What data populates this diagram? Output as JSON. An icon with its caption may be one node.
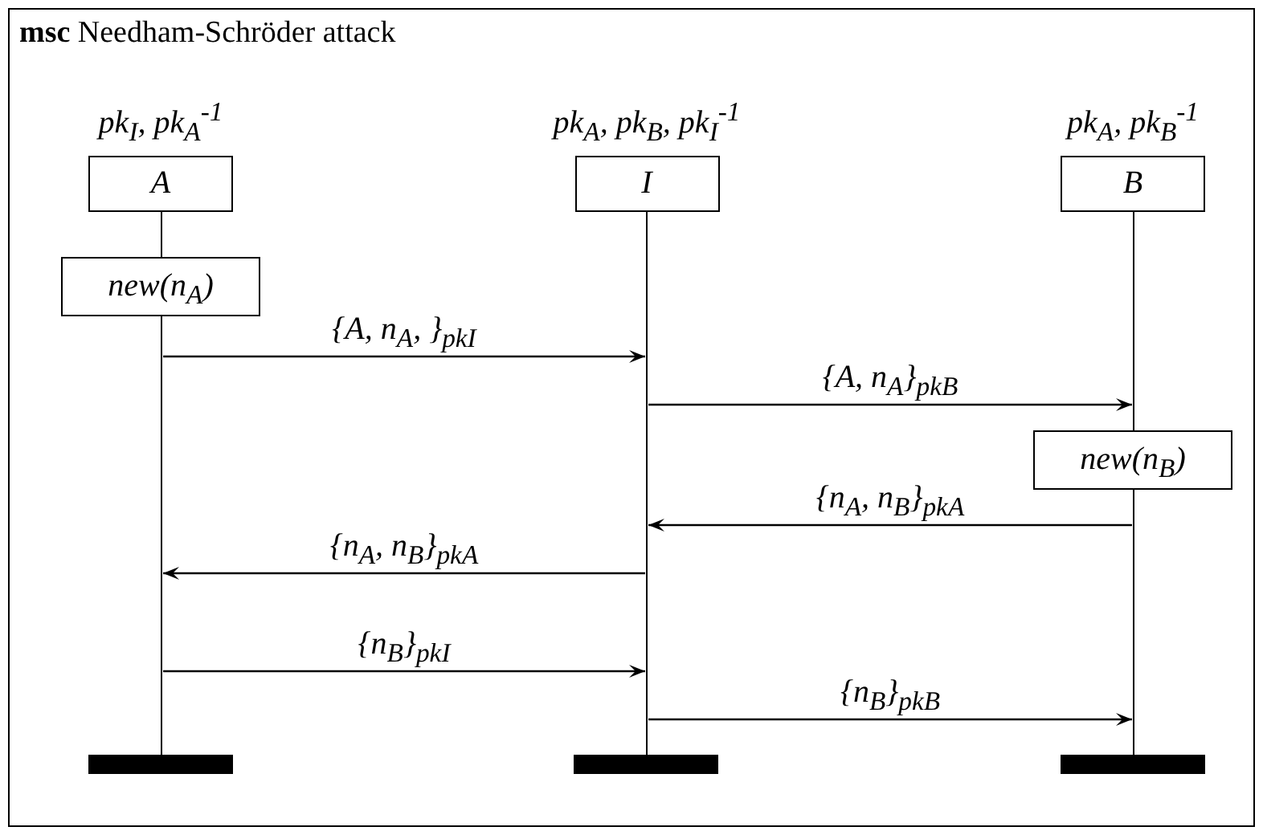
{
  "diagram": {
    "title": "**msc** Needham-Schröder attack",
    "nodes": [
      {
        "text": [
          "pk$_{I}$, pk$_{A}$$^{-1}$",
          "A"
        ]
      },
      {
        "text": [
          "pk$_{A}$, pk$_{B}$, pk$_{I}$$^{-1}$",
          "I"
        ]
      },
      {
        "text": [
          "pk$_{A}$, pk$_{B}$$^{-1}$",
          "B"
        ]
      },
      {
        "text": [],
        "shape": "line"
      },
      {
        "text": [],
        "shape": "line"
      },
      {
        "text": [],
        "shape": "line"
      },
      {
        "text": [
          "new(n$_{A}$)"
        ]
      },
      {
        "text": [
          "new(n$_{B}$)"
        ]
      },
      {
        "text": [],
        "shape": "bar"
      },
      {
        "text": [],
        "shape": "bar"
      },
      {
        "text": [],
        "shape": "bar"
      }
    ],
    "edges": [
      {
        "from": 3,
        "to": 4,
        "arrow": "to",
        "label": "{A, n$_{A}$, }$_{pk}$$_{I}$"
      },
      {
        "from": 4,
        "to": 5,
        "arrow": "to",
        "label": "{A, n$_{A}$}$_{pk}$$_{B}$"
      },
      {
        "from": 5,
        "to": 4,
        "arrow": "to",
        "label": "{n$_{A}$, n$_{B}$}$_{pk}$$_{A}$"
      },
      {
        "from": 4,
        "to": 3,
        "arrow": "to",
        "label": "{n$_{A}$, n$_{B}$}$_{pk}$$_{A}$"
      },
      {
        "from": 3,
        "to": 4,
        "arrow": "to",
        "label": "{n$_{B}$}$_{pk}$$_{I}$"
      },
      {
        "from": 4,
        "to": 5,
        "arrow": "to",
        "label": "{n$_{B}$}$_{pk}$$_{B}$"
      }
    ]
  }
}
